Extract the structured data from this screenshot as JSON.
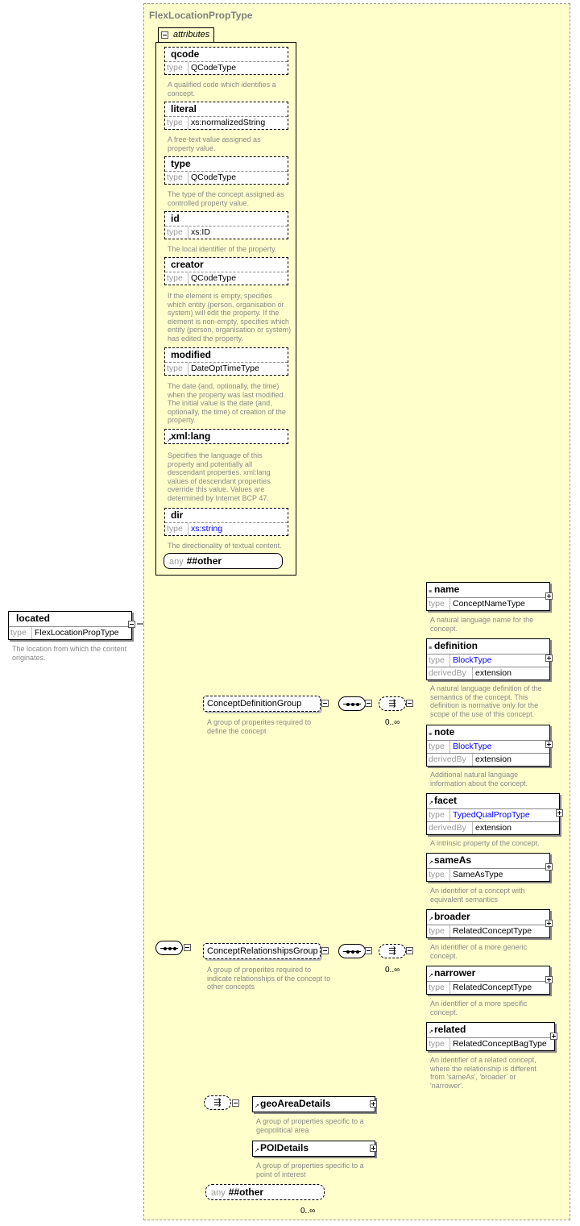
{
  "type_title": "FlexLocationPropType",
  "attributes_label": "attributes",
  "type_key": "type",
  "derived_key": "derivedBy",
  "any_key": "any",
  "attributes": [
    {
      "name": "qcode",
      "type": "QCodeType",
      "desc": "A qualified code which identifies a concept."
    },
    {
      "name": "literal",
      "type": "xs:normalizedString",
      "desc": "A free-text value assigned as property value."
    },
    {
      "name": "type",
      "type": "QCodeType",
      "desc": "The type of the concept assigned as controlled property value."
    },
    {
      "name": "id",
      "type": "xs:ID",
      "desc": "The local identifier of the property."
    },
    {
      "name": "creator",
      "type": "QCodeType",
      "desc": "If the element is empty, specifies which entity (person, organisation or system) will edit the property. If the element is non-empty, specifies which entity (person, organisation or system) has edited the property."
    },
    {
      "name": "modified",
      "type": "DateOptTimeType",
      "desc": "The date (and, optionally, the time) when the property was last modified. The initial value is the date (and, optionally, the time) of creation of the property."
    },
    {
      "name": "xml:lang",
      "type": "",
      "desc": "Specifies the language of this property and potentially all descendant properties. xml:lang values of descendant properties override this value. Values are determined by Internet BCP 47."
    },
    {
      "name": "dir",
      "type": "xs:string",
      "desc": "The directionality of textual content."
    }
  ],
  "attr_any": "##other",
  "root": {
    "name": "located",
    "type": "FlexLocationPropType",
    "desc": "The location from which the content originates."
  },
  "concept_definition_group": {
    "name": "ConceptDefinitionGroup",
    "desc": "A group of properites required to define the concept",
    "mult": "0..∞"
  },
  "concept_relationships_group": {
    "name": "ConceptRelationshipsGroup",
    "desc": "A group of properites required to indicate relationships of the concept to other concepts",
    "mult": "0..∞"
  },
  "definition_elements": [
    {
      "name": "name",
      "type": "ConceptNameType",
      "derived": "",
      "desc": "A natural language name for the concept."
    },
    {
      "name": "definition",
      "type": "BlockType",
      "derived": "extension",
      "desc": "A natural language definition of the semantics of the concept. This definition is normative only for the scope of the use of this concept."
    },
    {
      "name": "note",
      "type": "BlockType",
      "derived": "extension",
      "desc": "Additional natural language information about the concept."
    },
    {
      "name": "facet",
      "type": "TypedQualPropType",
      "derived": "extension",
      "desc": "A intrinsic property of the concept."
    }
  ],
  "relationship_elements": [
    {
      "name": "sameAs",
      "type": "SameAsType",
      "desc": "An identifier of a concept with equivalent semantics"
    },
    {
      "name": "broader",
      "type": "RelatedConceptType",
      "desc": "An identifier of a more generic concept."
    },
    {
      "name": "narrower",
      "type": "RelatedConceptType",
      "desc": "An identifier of a more specific concept."
    },
    {
      "name": "related",
      "type": "RelatedConceptBagType",
      "desc": "An identifier of a related concept, where the relationship is different from 'sameAs', 'broader' or 'narrower'."
    }
  ],
  "choice_elements": [
    {
      "name": "geoAreaDetails",
      "desc": "A group of properties specific to a geopolitical area"
    },
    {
      "name": "POIDetails",
      "desc": "A group of properties specific to a point of interest"
    }
  ],
  "bottom_any": {
    "value": "##other",
    "mult": "0..∞"
  }
}
